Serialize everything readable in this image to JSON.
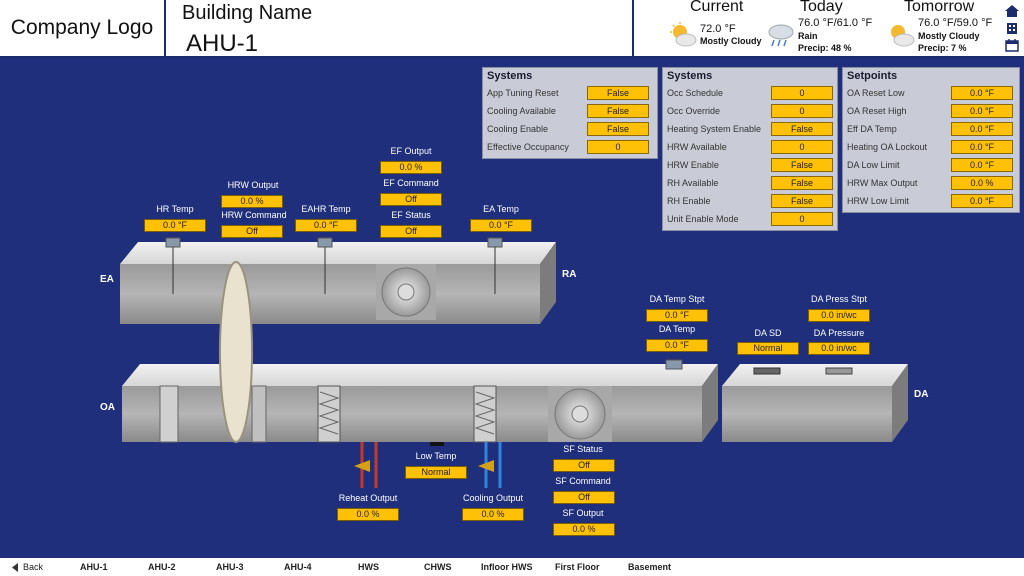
{
  "header": {
    "logo": "Company Logo",
    "building": "Building Name",
    "unit": "AHU-1"
  },
  "weather": {
    "current": {
      "heading": "Current",
      "temp": "72.0 °F",
      "desc": "Mostly Cloudy",
      "icon": "partly-cloudy-icon"
    },
    "today": {
      "heading": "Today",
      "temp": "76.0 °F/61.0 °F",
      "desc": "Rain",
      "precip": "Precip: 48 %",
      "icon": "rain-icon"
    },
    "tomorrow": {
      "heading": "Tomorrow",
      "temp": "76.0 °F/59.0 °F",
      "desc": "Mostly Cloudy",
      "precip": "Precip: 7 %",
      "icon": "partly-cloudy-icon"
    }
  },
  "panels": {
    "systems1": {
      "title": "Systems",
      "rows": [
        {
          "label": "App Tuning Reset",
          "value": "False"
        },
        {
          "label": "Cooling Available",
          "value": "False"
        },
        {
          "label": "Cooling Enable",
          "value": "False"
        },
        {
          "label": "Effective Occupancy",
          "value": "0"
        }
      ]
    },
    "systems2": {
      "title": "Systems",
      "rows": [
        {
          "label": "Occ Schedule",
          "value": "0"
        },
        {
          "label": "Occ Override",
          "value": "0"
        },
        {
          "label": "Heating System Enable",
          "value": "False"
        },
        {
          "label": "HRW Available",
          "value": "0"
        },
        {
          "label": "HRW Enable",
          "value": "False"
        },
        {
          "label": "RH Available",
          "value": "False"
        },
        {
          "label": "RH Enable",
          "value": "False"
        },
        {
          "label": "Unit Enable Mode",
          "value": "0"
        }
      ]
    },
    "setpoints": {
      "title": "Setpoints",
      "rows": [
        {
          "label": "OA Reset Low",
          "value": "0.0 °F"
        },
        {
          "label": "OA Reset High",
          "value": "0.0 °F"
        },
        {
          "label": "Eff DA Temp",
          "value": "0.0 °F"
        },
        {
          "label": "Heating OA Lockout",
          "value": "0.0 °F"
        },
        {
          "label": "DA Low Limit",
          "value": "0.0 °F"
        },
        {
          "label": "HRW Max Output",
          "value": "0.0 %"
        },
        {
          "label": "HRW Low Limit",
          "value": "0.0 °F"
        }
      ]
    }
  },
  "points": {
    "hr_temp": {
      "label": "HR Temp",
      "value": "0.0 °F"
    },
    "hrw_output": {
      "label": "HRW Output",
      "value": "0.0 %"
    },
    "hrw_command": {
      "label": "HRW Command",
      "value": "Off"
    },
    "eahr_temp": {
      "label": "EAHR Temp",
      "value": "0.0 °F"
    },
    "ef_output": {
      "label": "EF Output",
      "value": "0.0 %"
    },
    "ef_command": {
      "label": "EF Command",
      "value": "Off"
    },
    "ef_status": {
      "label": "EF Status",
      "value": "Off"
    },
    "ea_temp": {
      "label": "EA Temp",
      "value": "0.0 °F"
    },
    "da_temp_stpt": {
      "label": "DA Temp Stpt",
      "value": "0.0 °F"
    },
    "da_temp": {
      "label": "DA Temp",
      "value": "0.0 °F"
    },
    "da_sd": {
      "label": "DA SD",
      "value": "Normal"
    },
    "da_press_stpt": {
      "label": "DA Press Stpt",
      "value": "0.0 in/wc"
    },
    "da_pressure": {
      "label": "DA Pressure",
      "value": "0.0 in/wc"
    },
    "low_temp": {
      "label": "Low Temp",
      "value": "Normal"
    },
    "reheat_output": {
      "label": "Reheat Output",
      "value": "0.0 %"
    },
    "cooling_output": {
      "label": "Cooling Output",
      "value": "0.0 %"
    },
    "sf_status": {
      "label": "SF Status",
      "value": "Off"
    },
    "sf_command": {
      "label": "SF Command",
      "value": "Off"
    },
    "sf_output": {
      "label": "SF Output",
      "value": "0.0 %"
    }
  },
  "duct_labels": {
    "ea": "EA",
    "ra": "RA",
    "oa": "OA",
    "da": "DA"
  },
  "footer": {
    "back": "Back",
    "items": [
      "AHU-1",
      "AHU-2",
      "AHU-3",
      "AHU-4",
      "HWS",
      "CHWS",
      "Infloor HWS",
      "First Floor",
      "Basement"
    ]
  },
  "colors": {
    "background": "#1f2f7c",
    "value_box": "#ffc107",
    "panel": "#c9ccd6"
  }
}
